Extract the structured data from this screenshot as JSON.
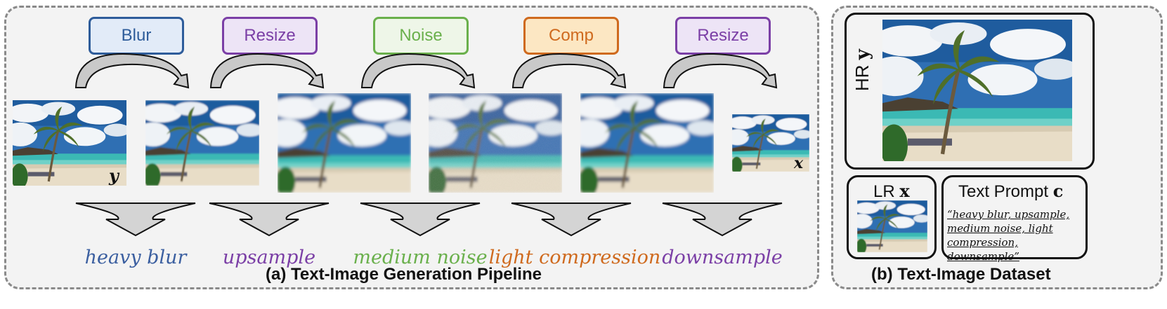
{
  "pipeline": {
    "caption": "(a) Text-Image Generation Pipeline",
    "operations": [
      {
        "label": "Blur",
        "color": "#2e5c9a",
        "fill": "#e2ebf8"
      },
      {
        "label": "Resize",
        "color": "#7b3fa6",
        "fill": "#ede4f6"
      },
      {
        "label": "Noise",
        "color": "#6ab04c",
        "fill": "#eef6e8"
      },
      {
        "label": "Comp",
        "color": "#cf6a1e",
        "fill": "#fce7c3"
      },
      {
        "label": "Resize",
        "color": "#7b3fa6",
        "fill": "#ede4f6"
      }
    ],
    "degradations": [
      {
        "text": "heavy blur",
        "color": "#3b5fa0"
      },
      {
        "text": "upsample",
        "color": "#7b3fa6"
      },
      {
        "text": "medium noise",
        "color": "#6ab04c"
      },
      {
        "text": "light compression",
        "color": "#cf6a1e"
      },
      {
        "text": "downsample",
        "color": "#7b3fa6"
      }
    ],
    "input_symbol": "y",
    "output_symbol": "x"
  },
  "dataset": {
    "caption": "(b) Text-Image Dataset",
    "hr_label": "HR",
    "hr_symbol": "y",
    "lr_label": "LR",
    "lr_symbol": "x",
    "prompt_title": "Text Prompt",
    "prompt_symbol": "c",
    "prompt_text": "“heavy blur, upsample, medium noise, light compression, downsample”"
  }
}
